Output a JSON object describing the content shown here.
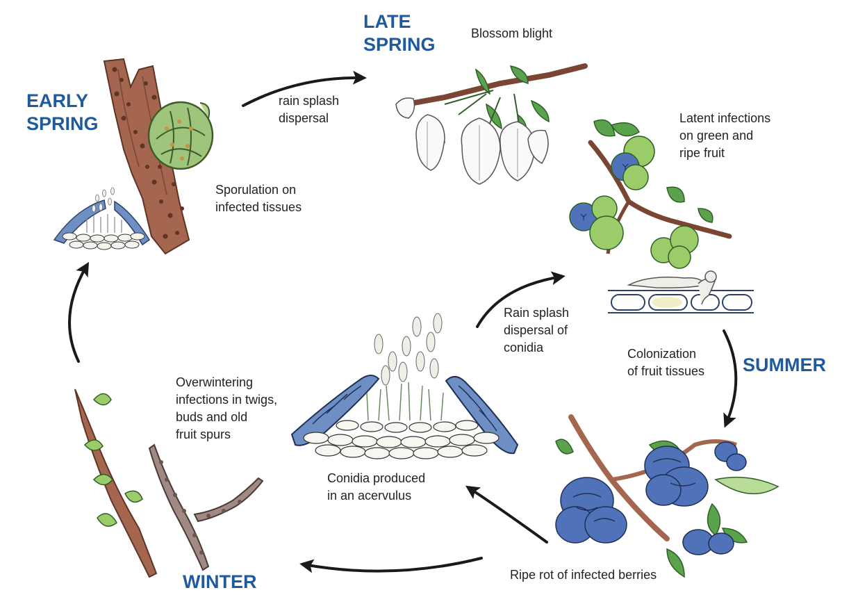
{
  "seasons": {
    "early_spring": "EARLY\nSPRING",
    "late_spring": "LATE\nSPRING",
    "summer": "SUMMER",
    "winter": "WINTER"
  },
  "stages": {
    "sporulation": "Sporulation on\ninfected tissues",
    "rain_splash": "rain splash\ndispersal",
    "blossom_blight": "Blossom blight",
    "latent_infections": "Latent infections\non green and\nripe fruit",
    "colonization": "Colonization\nof fruit tissues",
    "ripe_rot": "Ripe rot of infected berries",
    "rain_splash_conidia": "Rain splash\ndispersal of\nconidia",
    "conidia_acervulus": "Conidia produced\nin an acervulus",
    "overwintering": "Overwintering\ninfections in twigs,\nbuds and old\nfruit spurs"
  },
  "colors": {
    "season_text": "#1f5a9c",
    "body_text": "#231f20",
    "arrow": "#1a1a1a",
    "bark": "#a4664f",
    "bark_dark": "#5e3424",
    "leaf": "#4f9a48",
    "green_fruit": "#9ccc6a",
    "blue_fruit": "#4f72b8",
    "host_cell": "#6d8fc4",
    "spore": "#eeefe6"
  },
  "icons": [
    "curved-arrow-icon",
    "blueberry-branch-icon",
    "blossom-icon",
    "acervulus-icon",
    "twig-icon"
  ]
}
